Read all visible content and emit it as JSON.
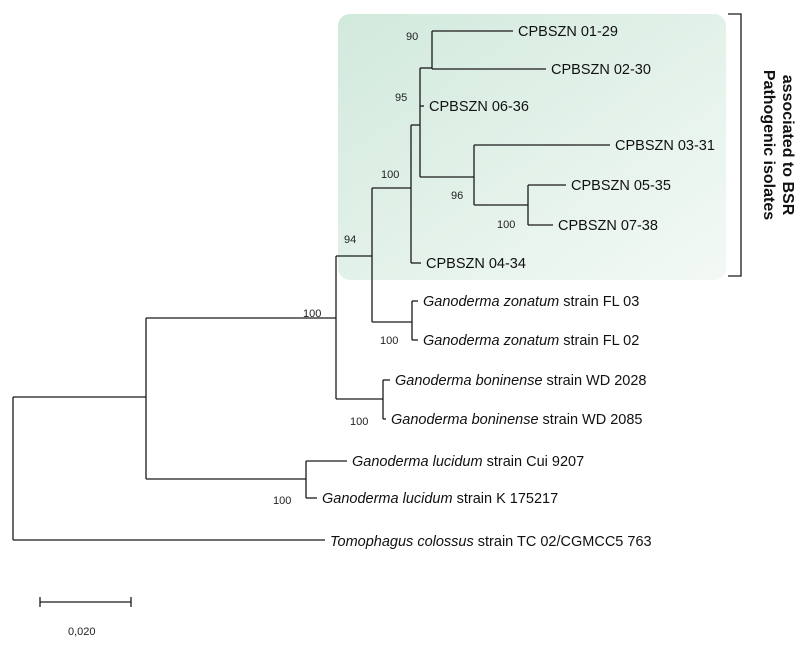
{
  "highlight_color": "#cfe8da",
  "tips": [
    {
      "id": "cpbszn-01-29",
      "genus": "",
      "rest": "CPBSZN 01-29"
    },
    {
      "id": "cpbszn-02-30",
      "genus": "",
      "rest": "CPBSZN 02-30"
    },
    {
      "id": "cpbszn-06-36",
      "genus": "",
      "rest": "CPBSZN 06-36"
    },
    {
      "id": "cpbszn-03-31",
      "genus": "",
      "rest": "CPBSZN 03-31"
    },
    {
      "id": "cpbszn-05-35",
      "genus": "",
      "rest": "CPBSZN 05-35"
    },
    {
      "id": "cpbszn-07-38",
      "genus": "",
      "rest": "CPBSZN 07-38"
    },
    {
      "id": "cpbszn-04-34",
      "genus": "",
      "rest": "CPBSZN 04-34"
    },
    {
      "id": "g-zonatum-fl03",
      "genus": "Ganoderma zonatum",
      "rest": " strain FL 03"
    },
    {
      "id": "g-zonatum-fl02",
      "genus": "Ganoderma zonatum",
      "rest": " strain FL 02"
    },
    {
      "id": "g-boninense-wd2028",
      "genus": "Ganoderma boninense",
      "rest": " strain WD 2028"
    },
    {
      "id": "g-boninense-wd2085",
      "genus": "Ganoderma boninense",
      "rest": " strain WD 2085"
    },
    {
      "id": "g-lucidum-cui9207",
      "genus": "Ganoderma lucidum",
      "rest": " strain Cui 9207"
    },
    {
      "id": "g-lucidum-k175217",
      "genus": "Ganoderma lucidum",
      "rest": " strain K 175217"
    },
    {
      "id": "t-colossus",
      "genus": "Tomophagus colossus",
      "rest": " strain TC 02/CGMCC5 763"
    }
  ],
  "bootstrap_values": [
    {
      "id": "n-0129-0230",
      "value": "90"
    },
    {
      "id": "n-0636",
      "value": "95"
    },
    {
      "id": "n-0535-0738",
      "value": "100"
    },
    {
      "id": "n-0331",
      "value": "96"
    },
    {
      "id": "n-pathogenic",
      "value": "100"
    },
    {
      "id": "n-zonatum-ingroup",
      "value": "94"
    },
    {
      "id": "n-zonatum",
      "value": "100"
    },
    {
      "id": "n-ganoderma",
      "value": "100"
    },
    {
      "id": "n-boninense",
      "value": "100"
    },
    {
      "id": "n-lucidum",
      "value": "100"
    }
  ],
  "clade_label_lines": [
    "Pathogenic isolates",
    "associated to BSR"
  ],
  "scale_bar_value": "0,020"
}
